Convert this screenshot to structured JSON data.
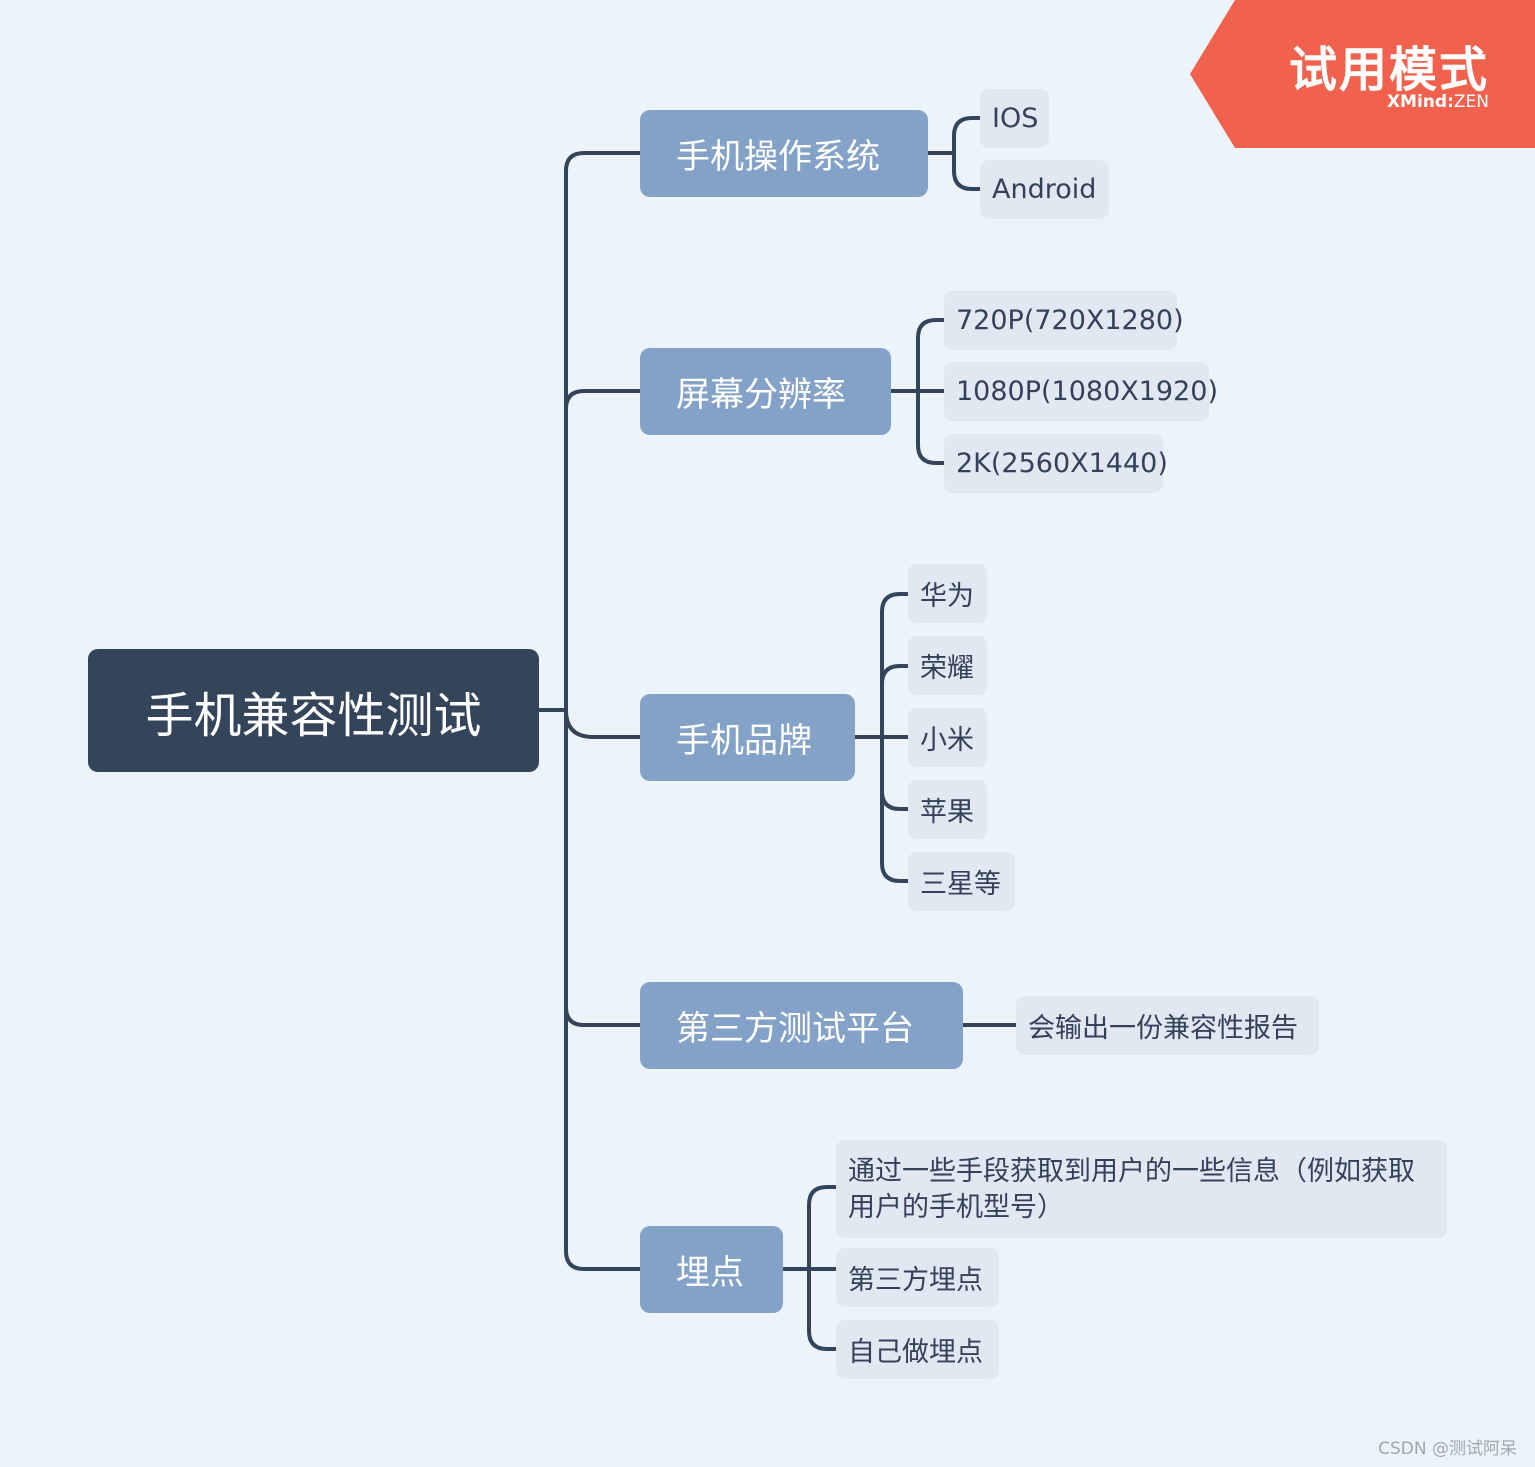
{
  "mindmap": {
    "root": {
      "label": "手机兼容性测试"
    },
    "topics": [
      {
        "label": "手机操作系统",
        "children": [
          "IOS",
          "Android"
        ]
      },
      {
        "label": "屏幕分辨率",
        "children": [
          "720P(720X1280)",
          "1080P(1080X1920)",
          "2K(2560X1440)"
        ]
      },
      {
        "label": "手机品牌",
        "children": [
          "华为",
          "荣耀",
          "小米",
          "苹果",
          "三星等"
        ]
      },
      {
        "label": "第三方测试平台",
        "children": [
          "会输出一份兼容性报告"
        ]
      },
      {
        "label": "埋点",
        "children": [
          "通过一些手段获取到用户的一些信息（例如获取用户的手机型号）",
          "第三方埋点",
          "自己做埋点"
        ]
      }
    ]
  },
  "badge": {
    "title": "试用模式",
    "brand_main": "XMind",
    "brand_sep": ":",
    "brand_suffix": "ZEN"
  },
  "watermark": "CSDN @测试阿呆",
  "colors": {
    "background": "#edf3fa",
    "root": "#34445a",
    "topic": "#84a1c7",
    "subtopic": "#e1e8f1",
    "connector": "#34445a",
    "badge": "#f0624d"
  }
}
